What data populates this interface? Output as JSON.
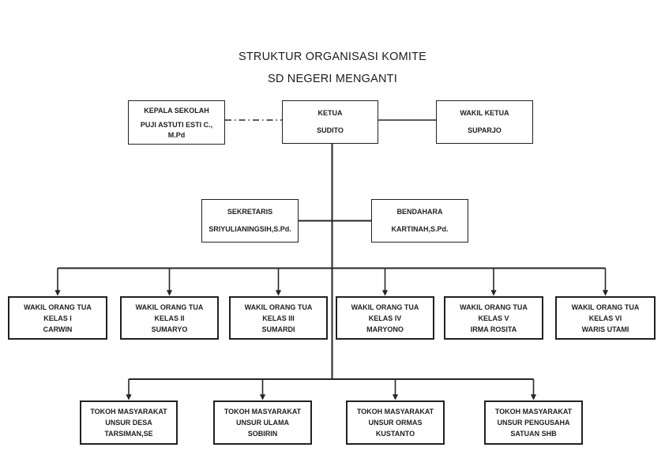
{
  "title": {
    "line1": "STRUKTUR ORGANISASI KOMITE",
    "line2": "SD NEGERI MENGANTI"
  },
  "colors": {
    "ink": "#1f1f1f",
    "line": "#262626",
    "background": "#ffffff"
  },
  "boxes": {
    "kepala_sekolah": {
      "role_lines": [
        "KEPALA SEKOLAH"
      ],
      "name_lines": [
        "PUJI ASTUTI ESTI C.,",
        "M.Pd"
      ]
    },
    "ketua": {
      "role_lines": [
        "KETUA"
      ],
      "name_lines": [
        "SUDITO"
      ]
    },
    "wakil_ketua": {
      "role_lines": [
        "WAKIL KETUA"
      ],
      "name_lines": [
        "SUPARJO"
      ]
    },
    "sekretaris": {
      "role_lines": [
        "SEKRETARIS"
      ],
      "name_lines": [
        "SRIYULIANINGSIH,S.Pd."
      ]
    },
    "bendahara": {
      "role_lines": [
        "BENDAHARA"
      ],
      "name_lines": [
        "KARTINAH,S.Pd."
      ]
    },
    "kelas": [
      {
        "role_lines": [
          "WAKIL ORANG TUA",
          "KELAS I"
        ],
        "name_lines": [
          "CARWIN"
        ]
      },
      {
        "role_lines": [
          "WAKIL ORANG TUA",
          "KELAS II"
        ],
        "name_lines": [
          "SUMARYO"
        ]
      },
      {
        "role_lines": [
          "WAKIL ORANG TUA",
          "KELAS III"
        ],
        "name_lines": [
          "SUMARDI"
        ]
      },
      {
        "role_lines": [
          "WAKIL ORANG TUA",
          "KELAS IV"
        ],
        "name_lines": [
          "MARYONO"
        ]
      },
      {
        "role_lines": [
          "WAKIL ORANG TUA",
          "KELAS V"
        ],
        "name_lines": [
          "IRMA ROSITA"
        ]
      },
      {
        "role_lines": [
          "WAKIL ORANG TUA",
          "KELAS VI"
        ],
        "name_lines": [
          "WARIS UTAMI"
        ]
      }
    ],
    "tokoh": [
      {
        "role_lines": [
          "TOKOH MASYARAKAT",
          "UNSUR DESA"
        ],
        "name_lines": [
          "TARSIMAN,SE"
        ]
      },
      {
        "role_lines": [
          "TOKOH MASYARAKAT",
          "UNSUR ULAMA"
        ],
        "name_lines": [
          "SOBIRIN"
        ]
      },
      {
        "role_lines": [
          "TOKOH MASYARAKAT",
          "UNSUR ORMAS"
        ],
        "name_lines": [
          "KUSTANTO"
        ]
      },
      {
        "role_lines": [
          "TOKOH MASYARAKAT",
          "UNSUR PENGUSAHA"
        ],
        "name_lines": [
          "SATUAN SHB"
        ]
      }
    ]
  }
}
